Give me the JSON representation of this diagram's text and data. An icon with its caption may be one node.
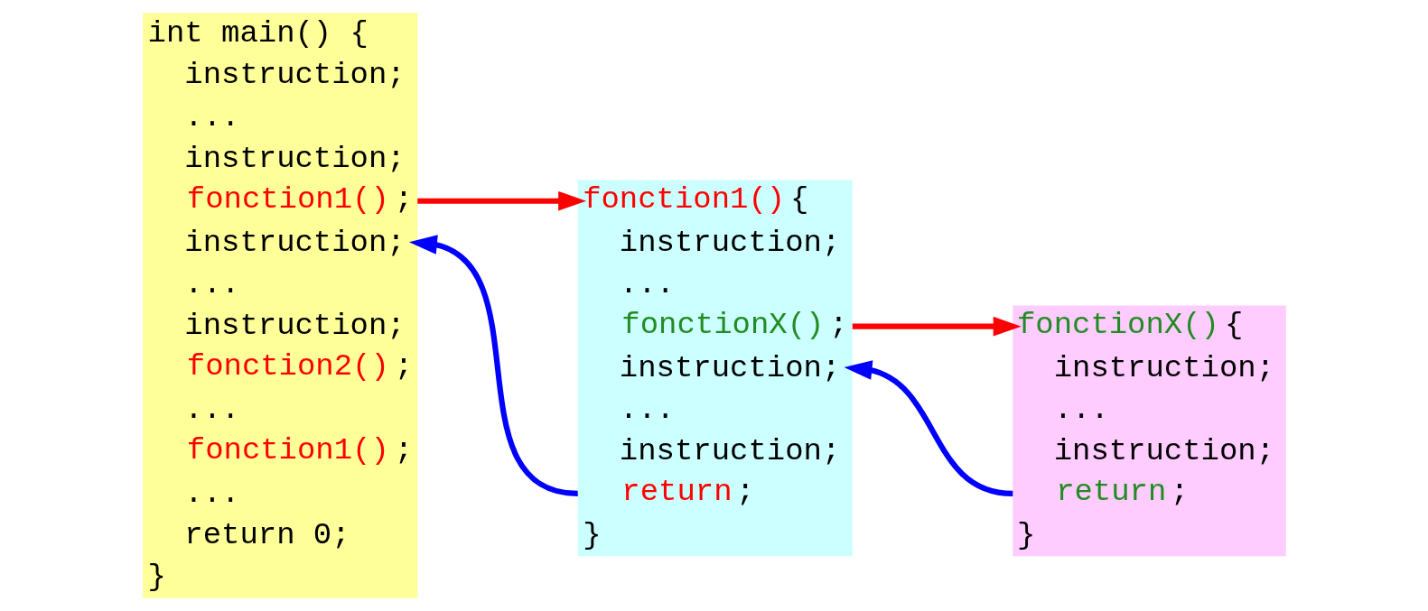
{
  "diagram": {
    "nodes": [
      {
        "text": [
          "int main() {",
          "instruction;",
          "...",
          "instruction;",
          "fonction1();",
          "instruction;",
          "...",
          "instruction;",
          "fonction2();",
          "...",
          "fonction1();",
          "...",
          "return 0;",
          "}"
        ]
      },
      {
        "text": [
          "fonction1() {",
          "instruction;",
          "...",
          "fonctionX();",
          "instruction;",
          "...",
          "instruction;",
          "return;",
          "}"
        ]
      },
      {
        "text": [
          "fonctionX() {",
          "instruction;",
          "...",
          "instruction;",
          "return;",
          "}"
        ]
      }
    ],
    "edges": [
      {
        "from": 0,
        "to": 1,
        "arrow": "to",
        "color": "#ff0000"
      },
      {
        "from": 1,
        "to": 0,
        "arrow": "to",
        "color": "#0000ff"
      },
      {
        "from": 1,
        "to": 2,
        "arrow": "to",
        "color": "#ff0000"
      },
      {
        "from": 2,
        "to": 1,
        "arrow": "to",
        "color": "#0000ff"
      }
    ]
  }
}
